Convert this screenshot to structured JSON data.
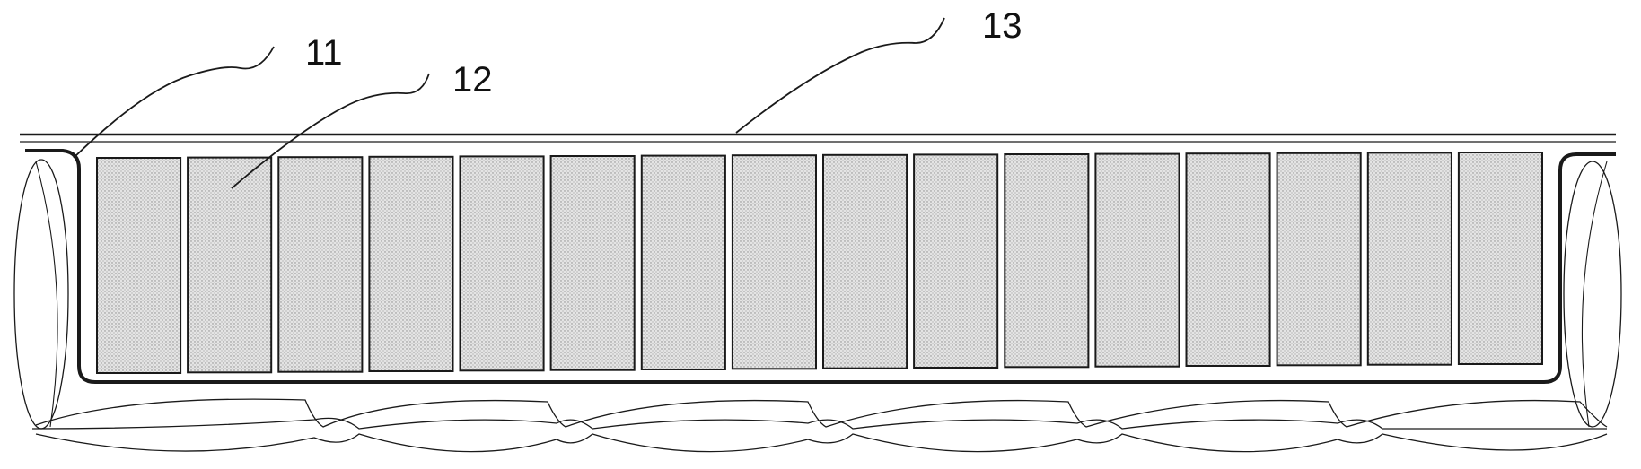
{
  "figure": {
    "labels": [
      {
        "id": "11",
        "text": "11"
      },
      {
        "id": "12",
        "text": "12"
      },
      {
        "id": "13",
        "text": "13"
      }
    ],
    "cell_count": 16
  },
  "colors": {
    "stroke": "#1a1a1a",
    "cell_fill": "#d6d6d6",
    "background": "#ffffff"
  }
}
